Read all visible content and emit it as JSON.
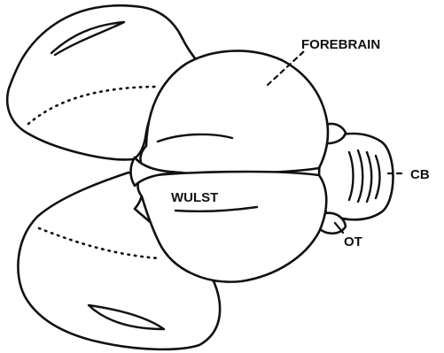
{
  "labels": {
    "forebrain": "FOREBRAIN",
    "wulst": "WULST",
    "cb": "CB",
    "ot": "OT"
  }
}
